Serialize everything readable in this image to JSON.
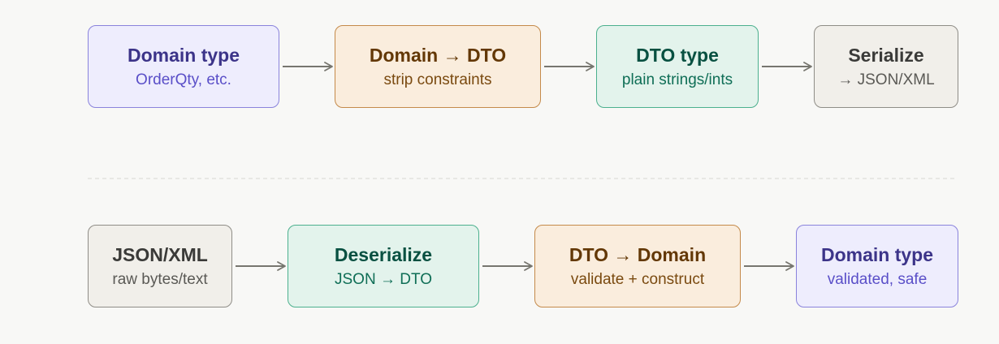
{
  "serialize_flow": [
    {
      "title": "Domain type",
      "subtitle": "OrderQty, etc."
    },
    {
      "title": "Domain → DTO",
      "subtitle": "strip constraints"
    },
    {
      "title": "DTO type",
      "subtitle": "plain strings/ints"
    },
    {
      "title": "Serialize",
      "subtitle": "→ JSON/XML"
    }
  ],
  "deserialize_flow": [
    {
      "title": "JSON/XML",
      "subtitle": "raw bytes/text"
    },
    {
      "title": "Deserialize",
      "subtitle": "JSON → DTO"
    },
    {
      "title": "DTO → Domain",
      "subtitle": "validate + construct"
    },
    {
      "title": "Domain type",
      "subtitle": "validated, safe"
    }
  ],
  "colors": {
    "canvas": "#f8f8f6",
    "connector": "#77766f",
    "divider": "#d9d8d3"
  }
}
